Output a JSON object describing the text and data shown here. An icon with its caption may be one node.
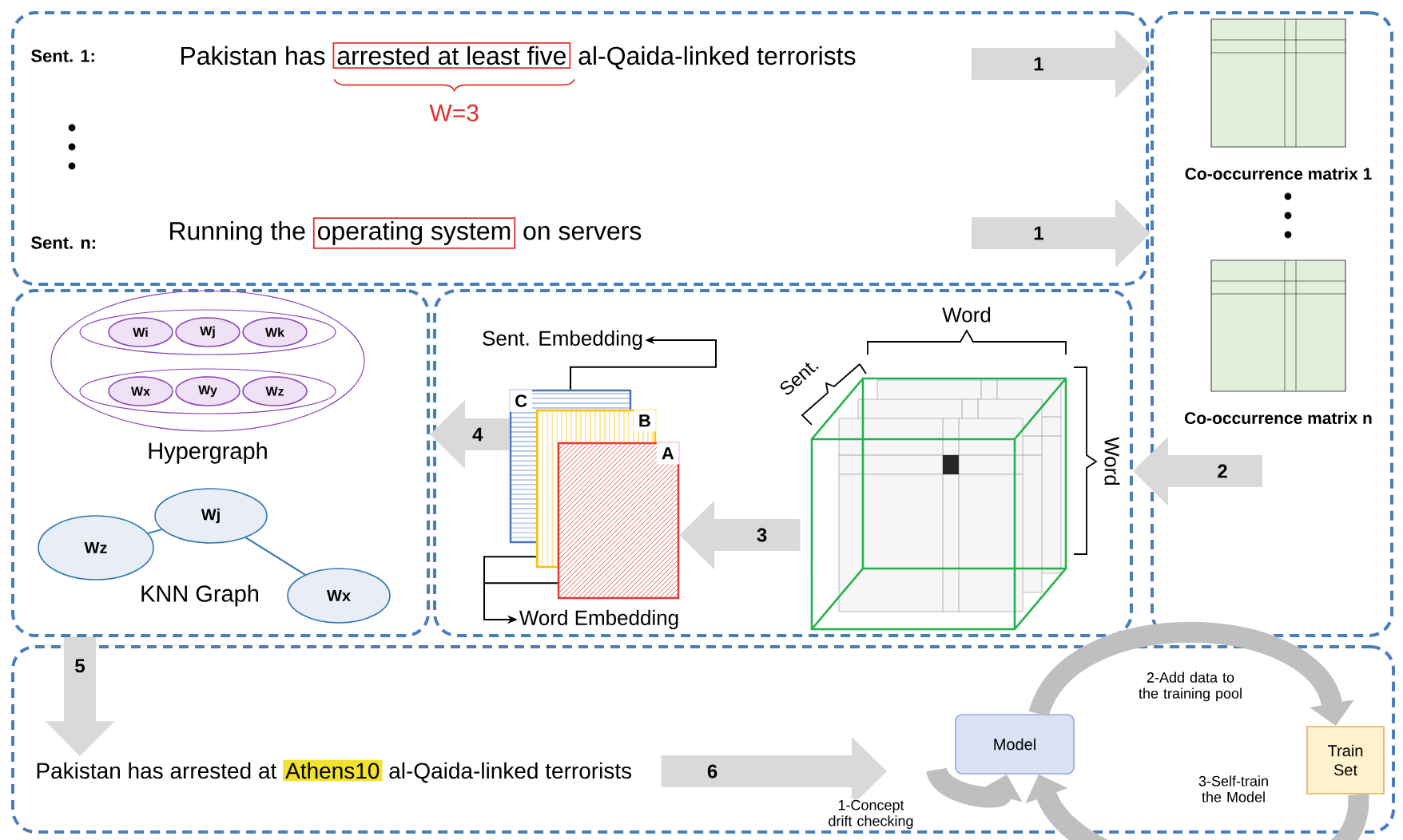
{
  "diagram": {
    "nodes": [
      {
        "text": [],
        "shape": "box"
      },
      {
        "text": [
          "Pakistan has",
          "arrested at least five",
          "al-Qaida-linked terrorists"
        ],
        "in": 0
      },
      {
        "text": [
          "Running the",
          "operating system",
          "on servers"
        ],
        "in": 0
      },
      {
        "text": [],
        "shape": "box"
      },
      {
        "text": [
          "Co-occurrence matrix 1"
        ],
        "in": 3
      },
      {
        "text": [
          "Co-occurrence matrix n"
        ],
        "in": 3
      },
      {
        "text": [],
        "shape": "box"
      },
      {
        "text": [
          "Hypergraph"
        ],
        "in": 6
      },
      {
        "text": [],
        "shape": "ellipse",
        "in": 7
      },
      {
        "text": [
          "Wi"
        ],
        "in": 8
      },
      {
        "text": [
          "Wj"
        ],
        "in": 8
      },
      {
        "text": [
          "Wk"
        ],
        "in": 8
      },
      {
        "text": [],
        "shape": "ellipse",
        "in": 7
      },
      {
        "text": [
          "Wx"
        ],
        "in": 12
      },
      {
        "text": [
          "Wy"
        ],
        "in": 12
      },
      {
        "text": [
          "Wz"
        ],
        "in": 12
      },
      {
        "text": [
          "Wj"
        ],
        "in": 6
      },
      {
        "text": [
          "Wz"
        ],
        "in": 6
      },
      {
        "text": [
          "Wx"
        ],
        "in": 6
      },
      {
        "text": [],
        "shape": "box"
      },
      {
        "text": [
          "C"
        ],
        "in": 19
      },
      {
        "text": [
          "B"
        ],
        "in": 19
      },
      {
        "text": [
          "A"
        ],
        "in": 19
      },
      {
        "text": [],
        "shape": "cube",
        "in": 19
      },
      {
        "text": [
          "Sent. Embedding"
        ],
        "in": 19
      },
      {
        "text": [
          "Word Embedding"
        ],
        "in": 19
      },
      {
        "text": [],
        "shape": "box"
      },
      {
        "text": [
          "Pakistan has arrested at",
          "Athens10",
          "al-Qaida-linked terrorists"
        ],
        "in": 26
      },
      {
        "text": [
          "Model"
        ],
        "in": 26
      },
      {
        "text": [
          "Train Set"
        ],
        "in": 26
      }
    ],
    "edges": [
      {
        "from": null,
        "to": 3,
        "arrow": "to",
        "label": "1"
      },
      {
        "from": null,
        "to": 3,
        "arrow": "to",
        "label": "1"
      },
      {
        "from": null,
        "to": 19,
        "arrow": "to",
        "label": "2"
      },
      {
        "from": 23,
        "to": 22,
        "arrow": "to",
        "label": "3"
      },
      {
        "from": 20,
        "to": 6,
        "arrow": "to",
        "label": "4"
      },
      {
        "from": 6,
        "to": 27,
        "arrow": "to",
        "label": "5"
      },
      {
        "from": 27,
        "to": null,
        "arrow": "to",
        "label": "6"
      },
      {
        "from": 28,
        "to": 29,
        "arrow": "to",
        "label": "2-Add data to the training pool"
      },
      {
        "from": 29,
        "to": 28,
        "arrow": "to",
        "label": "3-Self-train the Model"
      },
      {
        "from": null,
        "to": 28,
        "arrow": "to",
        "label": "1-Concept drift checking"
      },
      {
        "from": 20,
        "to": 24,
        "arrow": "to",
        "color": "#000000"
      },
      {
        "from": 21,
        "to": 25,
        "arrow": "to",
        "color": "#000000"
      },
      {
        "from": 22,
        "to": 25,
        "arrow": "to",
        "color": "#000000"
      },
      {
        "from": 16,
        "to": 17,
        "arrow": "none",
        "color": "#2e75b6"
      },
      {
        "from": 16,
        "to": 18,
        "arrow": "none",
        "color": "#2e75b6"
      }
    ],
    "labels": [
      "Sent. 1:",
      "W=3",
      "Sent. n:",
      "KNN Graph",
      "Word",
      "Sent.",
      "Word"
    ]
  }
}
